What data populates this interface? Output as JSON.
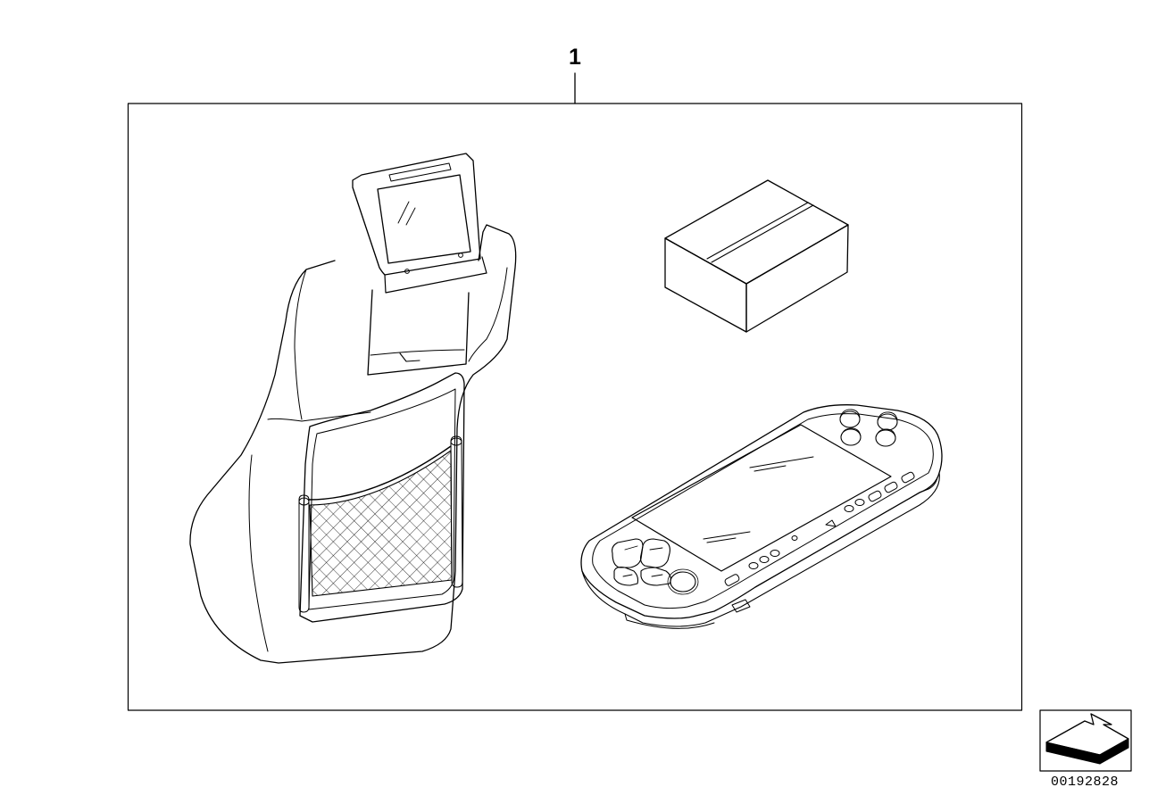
{
  "callout": {
    "label": "1"
  },
  "figure_number": "00192828",
  "parts": [
    {
      "name": "seat-backrest-with-monitor",
      "callout": "1"
    },
    {
      "name": "box",
      "callout": "1"
    },
    {
      "name": "handheld-game-console",
      "callout": "1"
    }
  ],
  "orientation_icon": "arrow-icon"
}
